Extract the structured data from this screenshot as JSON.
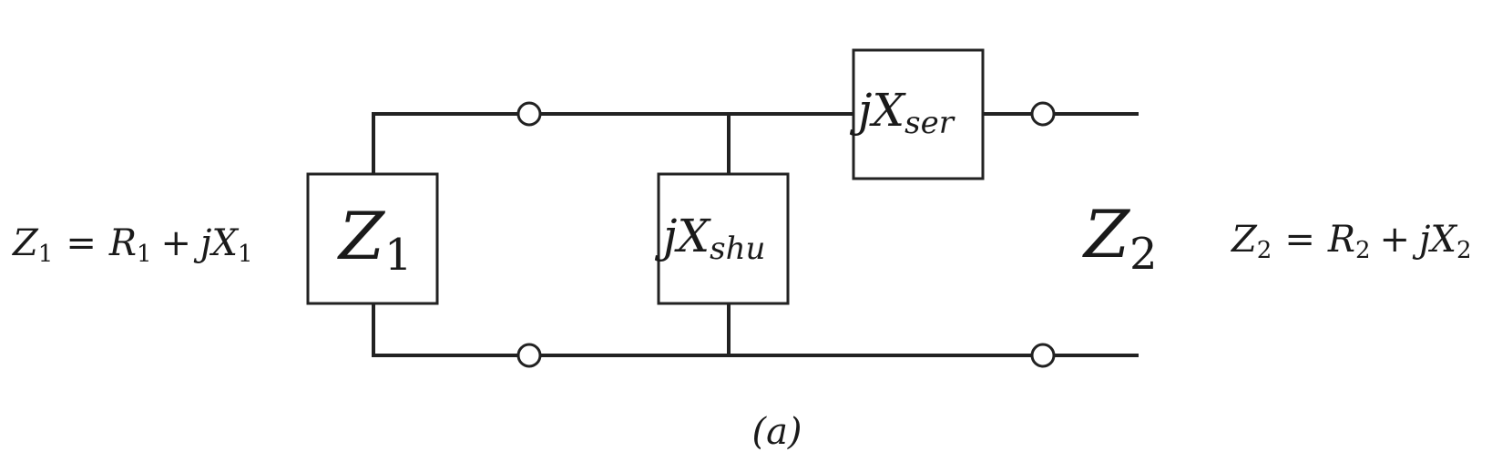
{
  "left_equation": {
    "lhs": "Z",
    "lhs_sub": "1",
    "eq": "=",
    "r": "R",
    "r_sub": "1",
    "plus": "+",
    "j": "j",
    "x": "X",
    "x_sub": "1"
  },
  "right_equation": {
    "lhs": "Z",
    "lhs_sub": "2",
    "eq": "=",
    "r": "R",
    "r_sub": "2",
    "plus": "+",
    "j": "j",
    "x": "X",
    "x_sub": "2"
  },
  "z1_box": {
    "main": "Z",
    "sub": "1"
  },
  "shunt_box": {
    "j": "j",
    "main": "X",
    "sub": "shu"
  },
  "series_box": {
    "j": "j",
    "main": "X",
    "sub": "ser"
  },
  "z2_label": {
    "main": "Z",
    "sub": "2"
  },
  "caption": "(a)"
}
